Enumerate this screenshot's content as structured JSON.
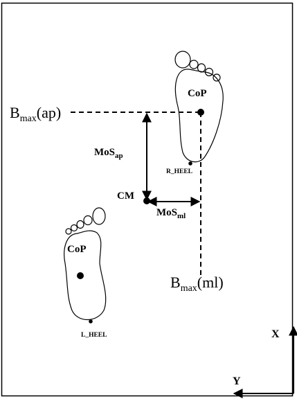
{
  "labels": {
    "bmax_ap": {
      "main": "B",
      "sub": "max",
      "tail": "(ap)"
    },
    "bmax_ml": {
      "main": "B",
      "sub": "max",
      "tail": "(ml)"
    },
    "cop_right": "CoP",
    "cop_left": "CoP",
    "cm": "CM",
    "mos_ap": {
      "main": "MoS",
      "sub": "ap"
    },
    "mos_ml": {
      "main": "MoS",
      "sub": "ml"
    },
    "r_heel": "R_HEEL",
    "l_heel": "L_HEEL",
    "axis_x": "X",
    "axis_y": "Y"
  },
  "colors": {
    "ink": "#000000",
    "background": "#ffffff"
  },
  "icons": {
    "right_foot": "right-footprint-icon",
    "left_foot": "left-footprint-icon"
  }
}
